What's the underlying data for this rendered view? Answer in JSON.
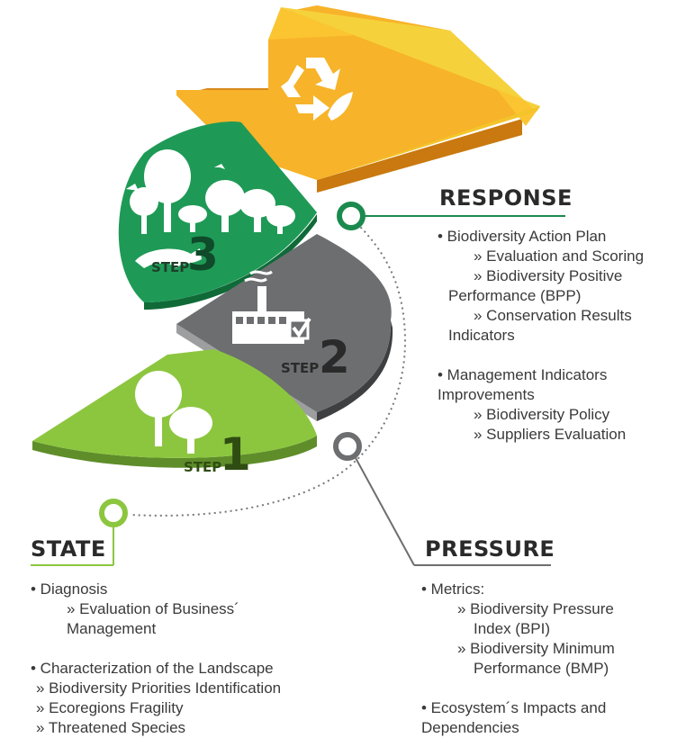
{
  "steps": [
    {
      "word": "STEP",
      "number": "1"
    },
    {
      "word": "STEP",
      "number": "2"
    },
    {
      "word": "STEP",
      "number": "3"
    }
  ],
  "icons": {
    "top_arrow": "recycle-icon",
    "step1": "trees-icon",
    "step2": "factory-icon",
    "step3": "forest-with-jaguar-icon"
  },
  "colors": {
    "step1": "#8cc63f",
    "step2": "#6d6e70",
    "step3": "#1e9a56",
    "arrow": "#f7b329",
    "connector_green": "#1b8a4e",
    "connector_gray": "#6d6e70",
    "connector_lime": "#8cc63f"
  },
  "response": {
    "heading": "RESPONSE",
    "items": [
      {
        "text": "• Biodiversity Action Plan",
        "level": 1
      },
      {
        "text": "» Evaluation and Scoring",
        "level": 2
      },
      {
        "text": "» Biodiversity Positive",
        "level": 2
      },
      {
        "text": "Performance (BPP)",
        "level": 3
      },
      {
        "text": "» Conservation Results",
        "level": 2
      },
      {
        "text": "Indicators",
        "level": 3
      },
      {
        "text": "",
        "level": 0
      },
      {
        "text": "• Management Indicators",
        "level": 1
      },
      {
        "text": "Improvements",
        "level": 1
      },
      {
        "text": "» Biodiversity Policy",
        "level": 2
      },
      {
        "text": "» Suppliers Evaluation",
        "level": 2
      }
    ]
  },
  "state": {
    "heading": "STATE",
    "items": [
      {
        "text": "• Diagnosis",
        "level": 1
      },
      {
        "text": "» Evaluation of Business´",
        "level": 2
      },
      {
        "text": "Management",
        "level": 3
      },
      {
        "text": "",
        "level": 0
      },
      {
        "text": "• Characterization of the Landscape",
        "level": 1
      },
      {
        "text": "» Biodiversity Priorities Identification",
        "level": 4
      },
      {
        "text": "» Ecoregions Fragility",
        "level": 4
      },
      {
        "text": "» Threatened Species",
        "level": 4
      }
    ]
  },
  "pressure": {
    "heading": "PRESSURE",
    "items": [
      {
        "text": "• Metrics:",
        "level": 1
      },
      {
        "text": "» Biodiversity Pressure",
        "level": 2
      },
      {
        "text": "Index (BPI)",
        "level": 3
      },
      {
        "text": "» Biodiversity Minimum",
        "level": 2
      },
      {
        "text": "Performance (BMP)",
        "level": 3
      },
      {
        "text": "",
        "level": 0
      },
      {
        "text": "• Ecosystem´s Impacts and",
        "level": 1
      },
      {
        "text": "Dependencies",
        "level": 1
      }
    ]
  }
}
